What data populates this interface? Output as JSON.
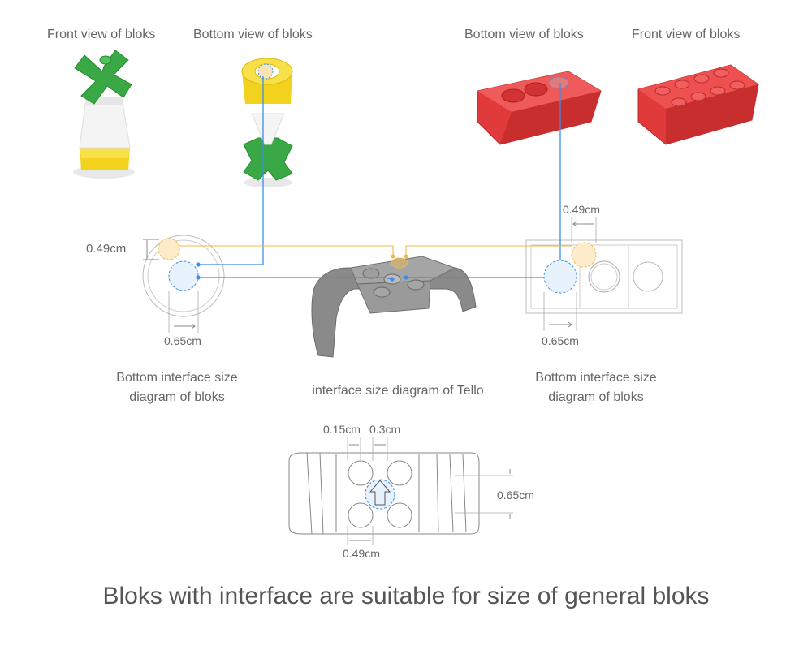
{
  "labels": {
    "front_view_left": "Front view of bloks",
    "bottom_view_left": "Bottom view of bloks",
    "bottom_view_right": "Bottom view of bloks",
    "front_view_right": "Front view of bloks"
  },
  "dimensions": {
    "left_height": "0.49cm",
    "left_width": "0.65cm",
    "right_top": "0.49cm",
    "right_bottom": "0.65cm",
    "plan_a": "0.15cm",
    "plan_b": "0.3cm",
    "plan_side": "0.65cm",
    "plan_bottom": "0.49cm"
  },
  "captions": {
    "left": [
      "Bottom interface size",
      "diagram of bloks"
    ],
    "center": "interface size diagram of Tello",
    "right": [
      "Bottom interface size",
      "diagram of bloks"
    ]
  },
  "footer": "Bloks with interface are suitable for size of general bloks",
  "colors": {
    "blue_line": "#3a8ee6",
    "orange_line": "#f0b84a",
    "brick_red": "#e03a3a",
    "flower_green": "#3aa845",
    "flower_yellow": "#f2d21c",
    "tello_gray": "#8a8a8a"
  }
}
